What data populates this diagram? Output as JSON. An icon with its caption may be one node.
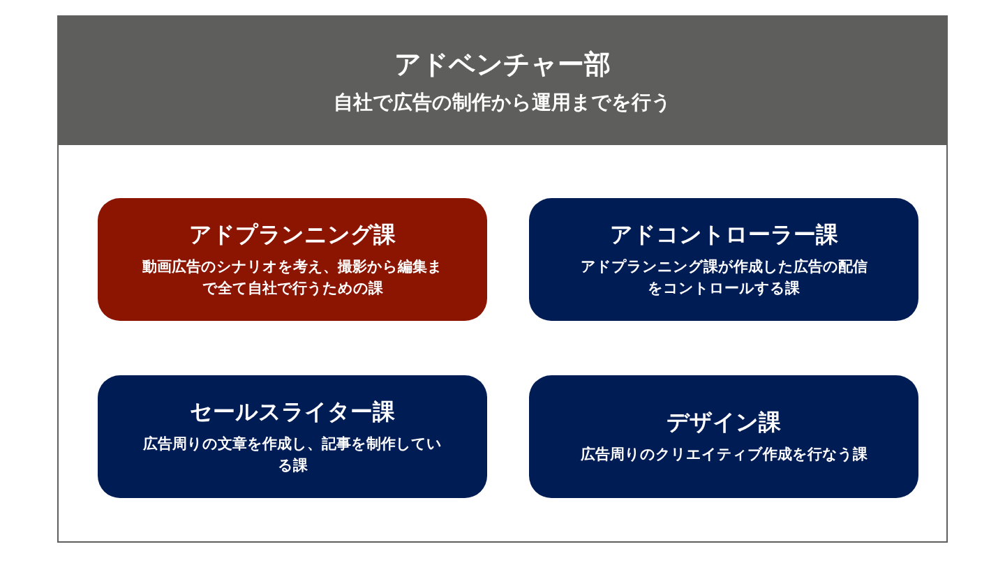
{
  "diagram": {
    "nodes": [
      {
        "text": [
          "アドベンチャー部",
          "自社で広告の制作から運用までを行う"
        ]
      },
      {
        "text": [
          "アドプランニング課",
          "動画広告のシナリオを考え、撮影から編集まで全て自社で行うための課"
        ],
        "in": 0
      },
      {
        "text": [
          "アドコントローラー課",
          "アドプランニング課が作成した広告の配信をコントロールする課"
        ],
        "in": 0
      },
      {
        "text": [
          "セールスライター課",
          "広告周りの文章を作成し、記事を制作している課"
        ],
        "in": 0
      },
      {
        "text": [
          "デザイン課",
          "広告周りのクリエイティブ作成を行なう課"
        ],
        "in": 0
      }
    ]
  }
}
